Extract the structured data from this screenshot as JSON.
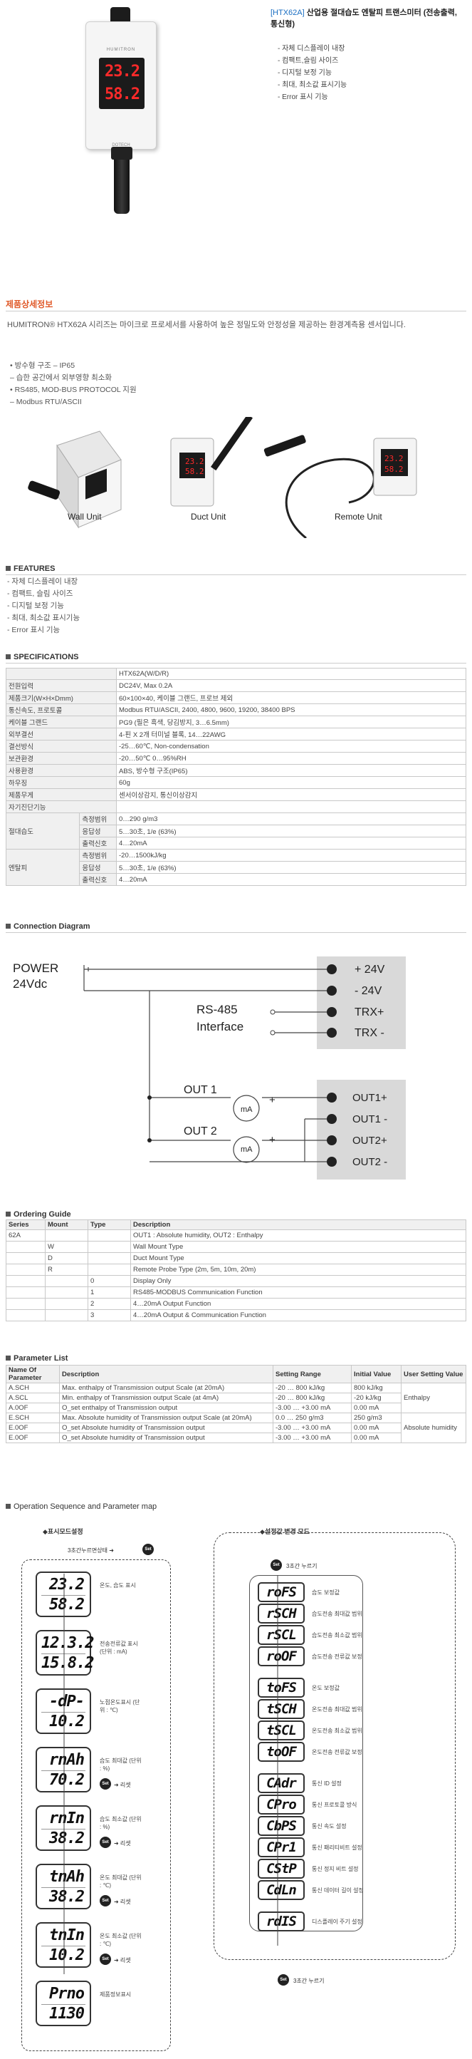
{
  "header": {
    "code": "[HTX62A]",
    "title": "산업용 절대습도 엔탈피 트랜스미터 (전송출력,통신형)",
    "features": [
      "- 자체 디스플레이 내장",
      "- 컴팩트,슬림 사이즈",
      "- 디지털 보정 기능",
      "- 최대, 최소값 표시기능",
      "- Error 표시 기능"
    ]
  },
  "product": {
    "brand": "HUMITRON",
    "brand2": "DOTECH",
    "line1": "23.2",
    "line2": "58.2"
  },
  "detail": {
    "title": "제품상세정보",
    "intro": "HUMITRON® HTX62A 시리즈는 마이크로 프로세서를 사용하여 높은 정밀도와 안정성을 제공하는 환경계측용 센서입니다.",
    "bullets": [
      "• 방수형 구조 – IP65",
      "– 습한 공간에서 외부영향 최소화",
      "• RS485, MOD-BUS PROTOCOL 지원",
      "– Modbus RTU/ASCII"
    ]
  },
  "units": [
    "Wall Unit",
    "Duct Unit",
    "Remote Unit"
  ],
  "features_section": {
    "title": "FEATURES",
    "items": [
      "- 자체 디스플레이 내장",
      "- 컴팩트, 슬림 사이즈",
      "- 디지털 보정 기능",
      "- 최대, 최소값 표시기능",
      "- Error 표시 기능"
    ]
  },
  "specs": {
    "title": "SPECIFICATIONS",
    "rows": [
      [
        "",
        "HTX62A(W/D/R)"
      ],
      [
        "전원입력",
        "DC24V, Max 0.2A"
      ],
      [
        "제품크기(W×H×Dmm)",
        "60×100×40, 케이블 그랜드, 프로브 제외"
      ],
      [
        "통신속도, 프로토콜",
        "Modbus RTU/ASCII, 2400, 4800, 9600, 19200, 38400 BPS"
      ],
      [
        "케이블 그랜드",
        "PG9 (필은 흑색, 당김방지, 3…6.5mm)"
      ],
      [
        "외부결선",
        "4-핀 X 2개 터미널 블록, 14…22AWG"
      ],
      [
        "결선방식",
        "-25…60℃, Non-condensation"
      ],
      [
        "보관환경",
        "-20…50℃ 0…95%RH"
      ],
      [
        "사용환경",
        "ABS, 방수형 구조(IP65)"
      ],
      [
        "하우징",
        "60g"
      ],
      [
        "제품무게",
        "센서이상감지, 통신이상감지"
      ]
    ],
    "self_diag": "자기진단기능",
    "groups": [
      {
        "name": "절대습도",
        "rows": [
          [
            "측정범위",
            "0…290 g/m3"
          ],
          [
            "응답성",
            "5…30초, 1/e (63%)"
          ],
          [
            "출력신호",
            "4…20mA"
          ]
        ]
      },
      {
        "name": "엔탈피",
        "rows": [
          [
            "측정범위",
            "-20…1500kJ/kg"
          ],
          [
            "응답성",
            "5…30초, 1/e (63%)"
          ],
          [
            "출력신호",
            "4…20mA"
          ]
        ]
      }
    ]
  },
  "connection": {
    "title": "Connection Diagram",
    "power": "POWER",
    "power2": "24Vdc",
    "rs485": "RS-485",
    "iface": "Interface",
    "t1": [
      "+ 24V",
      "- 24V",
      "TRX+",
      "TRX -"
    ],
    "out1": "OUT 1",
    "out2": "OUT 2",
    "ma": "mA",
    "plus": "+",
    "t2": [
      "OUT1+",
      "OUT1 -",
      "OUT2+",
      "OUT2 -"
    ]
  },
  "ordering": {
    "title": "Ordering Guide",
    "headers": [
      "Series",
      "Mount",
      "Type",
      "Description"
    ],
    "rows": [
      [
        "62A",
        "",
        "",
        "OUT1 : Absolute humidity, OUT2 : Enthalpy"
      ],
      [
        "",
        "W",
        "",
        "Wall Mount Type"
      ],
      [
        "",
        "D",
        "",
        "Duct Mount Type"
      ],
      [
        "",
        "R",
        "",
        "Remote Probe Type (2m, 5m, 10m, 20m)"
      ],
      [
        "",
        "",
        "0",
        "Display Only"
      ],
      [
        "",
        "",
        "1",
        "RS485-MODBUS Communication Function"
      ],
      [
        "",
        "",
        "2",
        "4…20mA Output Function"
      ],
      [
        "",
        "",
        "3",
        "4…20mA Output & Communication Function"
      ]
    ]
  },
  "params": {
    "title": "Parameter List",
    "headers": [
      "Name Of Parameter",
      "Description",
      "Setting Range",
      "Initial Value",
      "User Setting Value"
    ],
    "rows": [
      [
        "A.SCH",
        "Max. enthalpy of Transmission output Scale (at 20mA)",
        "-20 … 800 kJ/kg",
        "800 kJ/kg"
      ],
      [
        "A.SCL",
        "Min. enthalpy of Transmission output Scale (at 4mA)",
        "-20 … 800 kJ/kg",
        "-20 kJ/kg"
      ],
      [
        "A.0OF",
        "O_set enthalpy of Transmission output",
        "-3.00 … +3.00 mA",
        "0.00 mA"
      ],
      [
        "E.SCH",
        "Max. Absolute humidity of Transmission output Scale (at 20mA)",
        "0.0 … 250 g/m3",
        "250 g/m3"
      ],
      [
        "E.0OF",
        "O_set Absolute humidity of Transmission output",
        "-3.00 … +3.00 mA",
        "0.00 mA"
      ],
      [
        "E.0OF",
        "O_set Absolute humidity of Transmission output",
        "-3.00 … +3.00 mA",
        "0.00 mA"
      ]
    ],
    "group1": "Enthalpy",
    "group2": "Absolute humidity"
  },
  "flow": {
    "title": "Operation Sequence and Parameter map",
    "left_title": "◆표시모드설정",
    "right_title": "◆설정값 변경 모드",
    "hold_left": "3초간누르면상태 ➜",
    "hold_right": "3초간 누르기",
    "hold_bottom": "3초간 누르기",
    "set": "Set",
    "next": "➜ 리셋",
    "displays": [
      {
        "l1": "23.2",
        "l2": "58.2",
        "cap": "온도, 습도 표시"
      },
      {
        "l1": "12.3.2",
        "l2": "15.8.2",
        "cap": "전송전류값 표시 (단위 : mA)"
      },
      {
        "l1": "-dP-",
        "l2": "10.2",
        "cap": "노점온도표시 (단위 : ℃)"
      },
      {
        "l1": "rnAh",
        "l2": "70.2",
        "cap": "습도 최대값 (단위 : %)"
      },
      {
        "l1": "rnIn",
        "l2": "38.2",
        "cap": "습도 최소값 (단위 : %)"
      },
      {
        "l1": "tnAh",
        "l2": "38.2",
        "cap": "온도 최대값 (단위 : ℃)"
      },
      {
        "l1": "tnIn",
        "l2": "10.2",
        "cap": "온도 최소값 (단위 : ℃)"
      },
      {
        "l1": "Prno",
        "l2": "1130",
        "cap": "제품정보표시"
      }
    ],
    "params": [
      {
        "code": "roFS",
        "cap": "습도 보정값"
      },
      {
        "code": "rSCH",
        "cap": "습도전송 최대값 범위"
      },
      {
        "code": "rSCL",
        "cap": "습도전송 최소값 범위"
      },
      {
        "code": "roOF",
        "cap": "습도전송 전류값 보정"
      },
      {
        "code": "toFS",
        "cap": "온도 보정값"
      },
      {
        "code": "tSCH",
        "cap": "온도전송 최대값 범위"
      },
      {
        "code": "tSCL",
        "cap": "온도전송 최소값 범위"
      },
      {
        "code": "toOF",
        "cap": "온도전송 전류값 보정"
      },
      {
        "code": "CAdr",
        "cap": "통신 ID 설정"
      },
      {
        "code": "CPro",
        "cap": "통신 프로토콜 방식"
      },
      {
        "code": "CbPS",
        "cap": "통신 속도 설정"
      },
      {
        "code": "CPr1",
        "cap": "통신 패리티비트 설정"
      },
      {
        "code": "CStP",
        "cap": "통신 정지 비트 설정"
      },
      {
        "code": "CdLn",
        "cap": "통신 데이터 길이 설정"
      },
      {
        "code": "rdIS",
        "cap": "디스플레이 주기 설정"
      }
    ]
  }
}
